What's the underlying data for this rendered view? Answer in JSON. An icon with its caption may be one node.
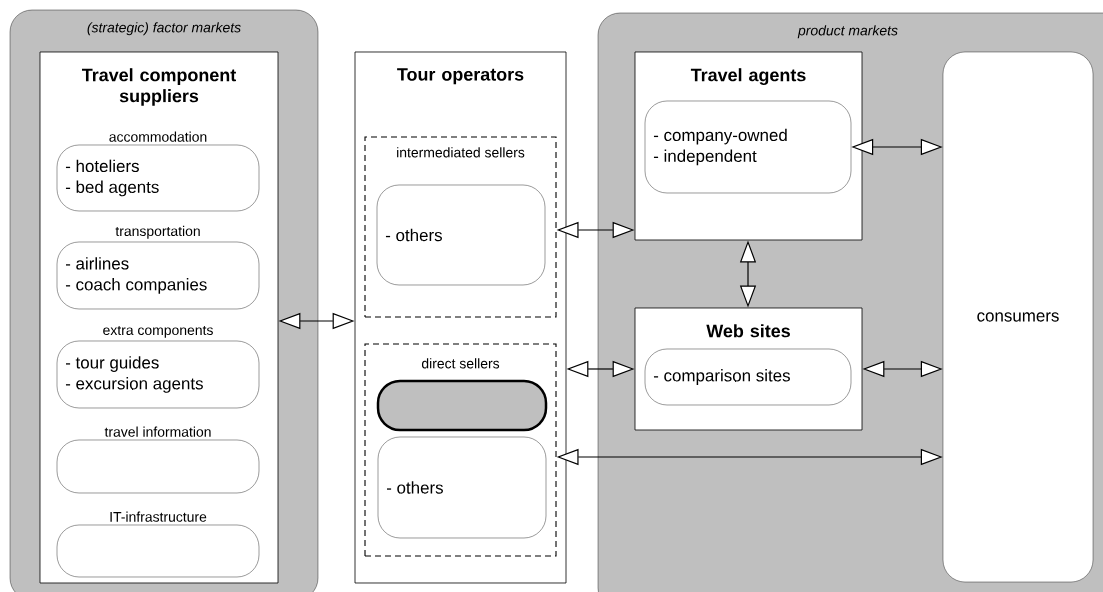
{
  "diagram": {
    "nodes": [
      {
        "text": [
          "(strategic) factor markets"
        ]
      },
      {
        "text": [
          "Travel component suppliers"
        ],
        "in": 0
      },
      {
        "text": [
          "accommodation",
          "- hoteliers",
          "- bed agents"
        ],
        "in": 1
      },
      {
        "text": [
          "transportation",
          "- airlines",
          "- coach companies"
        ],
        "in": 1
      },
      {
        "text": [
          "extra components",
          "- tour guides",
          "- excursion agents"
        ],
        "in": 1
      },
      {
        "text": [
          "travel information"
        ],
        "in": 1
      },
      {
        "text": [
          "IT-infrastructure"
        ],
        "in": 1
      },
      {
        "text": [
          "Tour operators"
        ]
      },
      {
        "text": [
          "intermediated sellers"
        ],
        "in": 7
      },
      {
        "text": [
          "- others"
        ],
        "in": 8
      },
      {
        "text": [
          "direct sellers"
        ],
        "in": 7
      },
      {
        "text": [],
        "shape": "box",
        "in": 10
      },
      {
        "text": [
          "- others"
        ],
        "in": 10
      },
      {
        "text": [
          "product markets"
        ]
      },
      {
        "text": [
          "Travel agents"
        ],
        "in": 13
      },
      {
        "text": [
          "- company-owned",
          "- independent"
        ],
        "in": 14
      },
      {
        "text": [
          "Web sites"
        ],
        "in": 13
      },
      {
        "text": [
          "- comparison sites"
        ],
        "in": 16
      },
      {
        "text": [
          "consumers"
        ],
        "in": 13
      }
    ],
    "edges": [
      {
        "from": 1,
        "to": 7,
        "arrow": "both"
      },
      {
        "from": 8,
        "to": 14,
        "arrow": "both"
      },
      {
        "from": 15,
        "to": 18,
        "arrow": "both"
      },
      {
        "from": 14,
        "to": 16,
        "arrow": "both"
      },
      {
        "from": 7,
        "to": 16,
        "arrow": "both"
      },
      {
        "from": 16,
        "to": 18,
        "arrow": "both"
      },
      {
        "from": 10,
        "to": 18,
        "arrow": "both"
      }
    ]
  }
}
